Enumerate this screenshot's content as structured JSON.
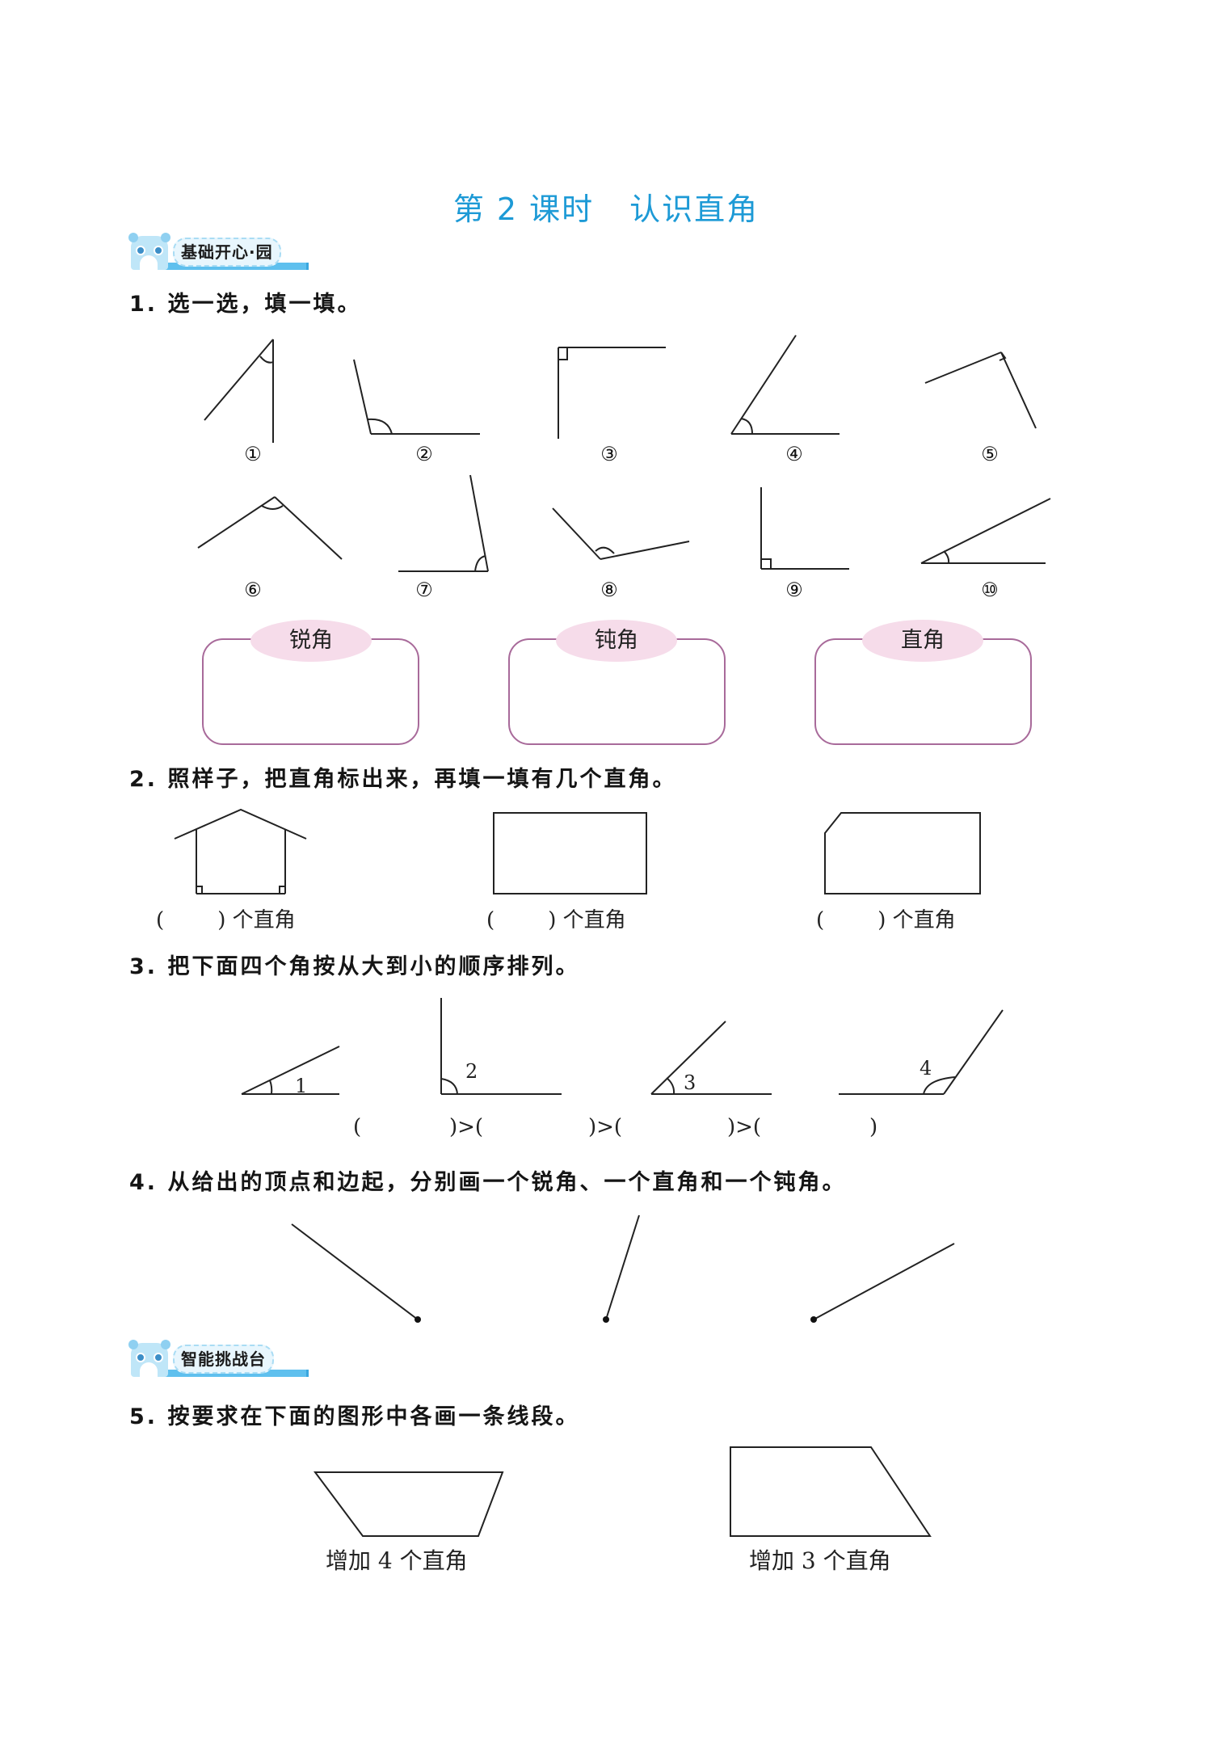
{
  "title": {
    "lesson": "第 2 课时",
    "topic": "认识直角",
    "color": "#1d9ad6"
  },
  "sections": [
    {
      "banner": "基础开心·园"
    },
    {
      "banner": "智能挑战台"
    }
  ],
  "questions": {
    "q1": {
      "text": "1. 选一选，填一填。",
      "angle_labels": [
        "①",
        "②",
        "③",
        "④",
        "⑤",
        "⑥",
        "⑦",
        "⑧",
        "⑨",
        "⑩"
      ],
      "categories": [
        {
          "label": "锐角",
          "answer": ""
        },
        {
          "label": "钝角",
          "answer": ""
        },
        {
          "label": "直角",
          "answer": ""
        }
      ]
    },
    "q2": {
      "text": "2. 照样子，把直角标出来，再填一填有几个直角。",
      "captions": [
        "(        ) 个直角",
        "(        ) 个直角",
        "(        ) 个直角"
      ]
    },
    "q3": {
      "text": "3. 把下面四个角按从大到小的顺序排列。",
      "angle_labels": [
        "1",
        "2",
        "3",
        "4"
      ],
      "order_row": [
        "(",
        ")>(",
        ")>(",
        ")>(",
        ")"
      ]
    },
    "q4": {
      "text": "4. 从给出的顶点和边起，分别画一个锐角、一个直角和一个钝角。"
    },
    "q5": {
      "text": "5. 按要求在下面的图形中各画一条线段。",
      "captions": [
        "增加 4 个直角",
        "增加 3 个直角"
      ]
    }
  },
  "colors": {
    "box_border": "#a86a9a",
    "pill_fill": "#f6dcea",
    "banner_blue": "#5fc0ee"
  }
}
